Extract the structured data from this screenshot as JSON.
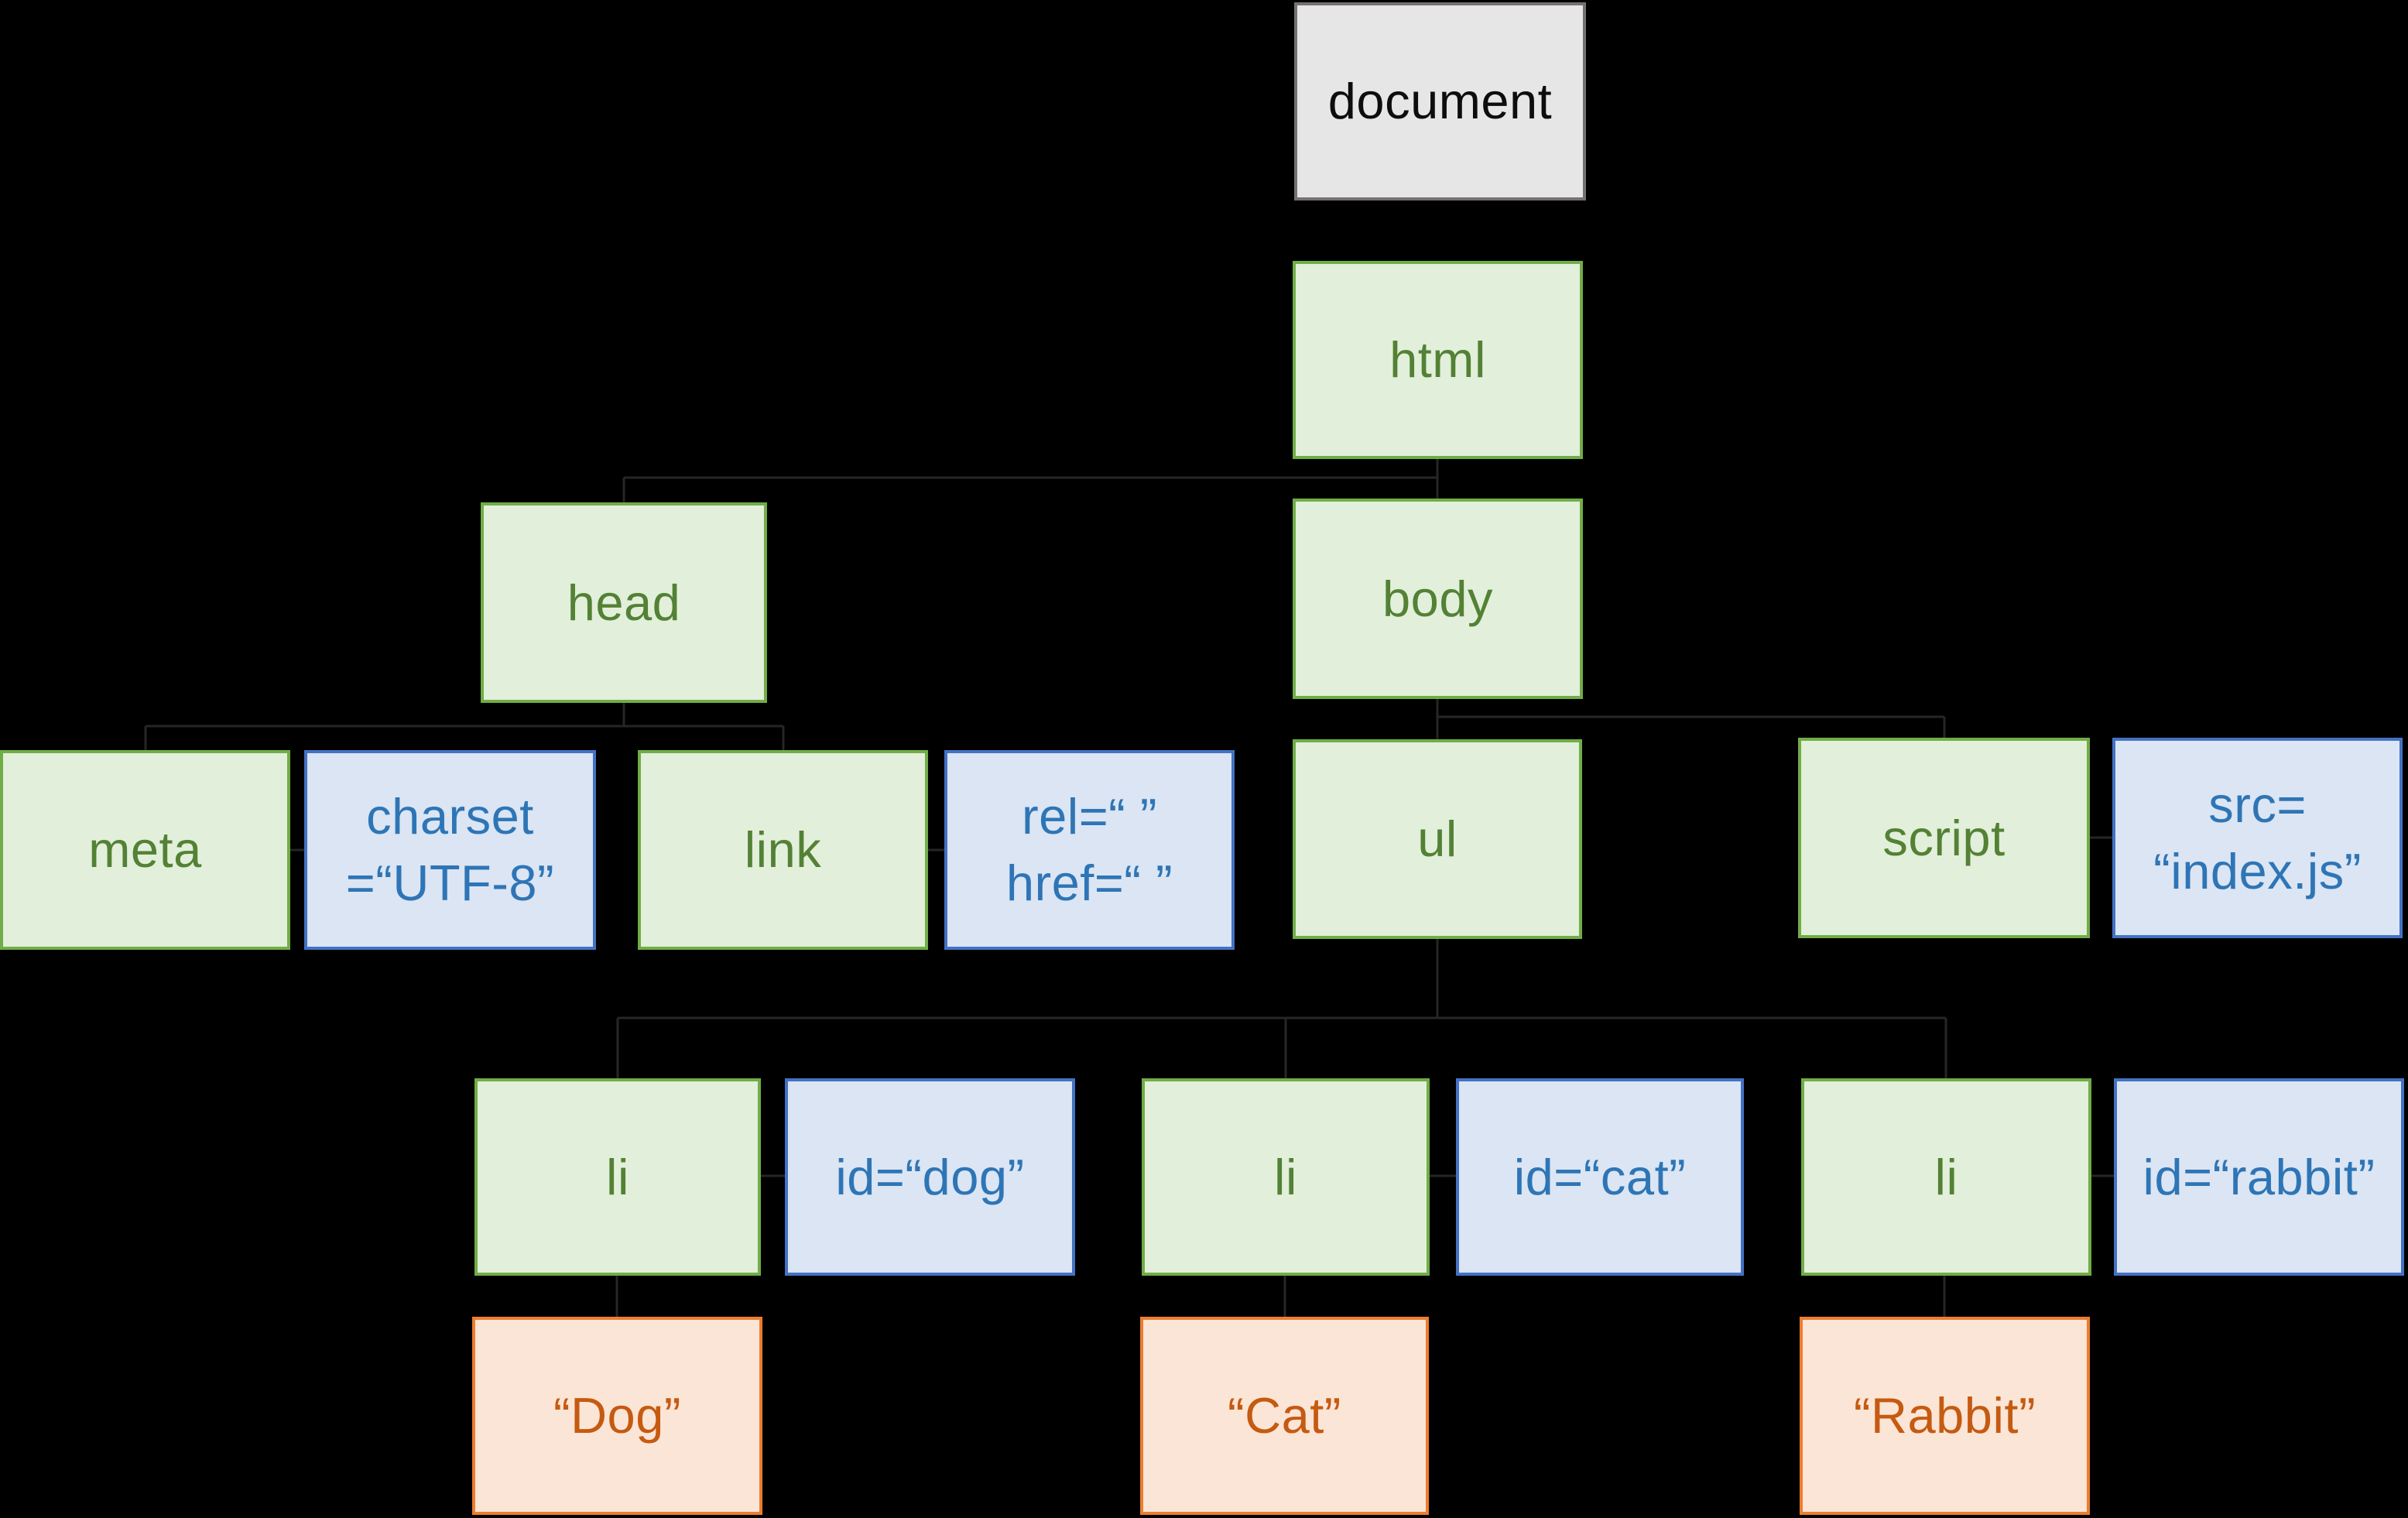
{
  "diagram": {
    "kind": "dom-tree",
    "nodes": {
      "document": {
        "label": "document",
        "type": "root"
      },
      "html": {
        "label": "html",
        "type": "element"
      },
      "head": {
        "label": "head",
        "type": "element"
      },
      "body": {
        "label": "body",
        "type": "element"
      },
      "meta": {
        "label": "meta",
        "type": "element"
      },
      "charset": {
        "label": "charset\n=“UTF-8”",
        "type": "attribute"
      },
      "link": {
        "label": "link",
        "type": "element"
      },
      "relhref": {
        "label": "rel=“ ”\nhref=“ ”",
        "type": "attribute"
      },
      "ul": {
        "label": "ul",
        "type": "element"
      },
      "script": {
        "label": "script",
        "type": "element"
      },
      "src": {
        "label": "src=\n“index.js”",
        "type": "attribute"
      },
      "li1": {
        "label": "li",
        "type": "element"
      },
      "iddog": {
        "label": "id=“dog”",
        "type": "attribute"
      },
      "li2": {
        "label": "li",
        "type": "element"
      },
      "idcat": {
        "label": "id=“cat”",
        "type": "attribute"
      },
      "li3": {
        "label": "li",
        "type": "element"
      },
      "idrabbit": {
        "label": "id=“rabbit”",
        "type": "attribute"
      },
      "dogtext": {
        "label": "“Dog”",
        "type": "text"
      },
      "cattext": {
        "label": "“Cat”",
        "type": "text"
      },
      "rabbittext": {
        "label": "“Rabbit”",
        "type": "text"
      }
    },
    "edges": [
      [
        "html",
        "head"
      ],
      [
        "html",
        "body"
      ],
      [
        "head",
        "meta"
      ],
      [
        "head",
        "link"
      ],
      [
        "body",
        "ul"
      ],
      [
        "body",
        "script"
      ],
      [
        "ul",
        "li1"
      ],
      [
        "ul",
        "li2"
      ],
      [
        "ul",
        "li3"
      ],
      [
        "li1",
        "dogtext"
      ],
      [
        "li2",
        "cattext"
      ],
      [
        "li3",
        "rabbittext"
      ]
    ],
    "attribute_links": [
      [
        "meta",
        "charset"
      ],
      [
        "link",
        "relhref"
      ],
      [
        "script",
        "src"
      ],
      [
        "li1",
        "iddog"
      ],
      [
        "li2",
        "idcat"
      ],
      [
        "li3",
        "idrabbit"
      ]
    ]
  },
  "colors": {
    "background": "#000000",
    "connector": "#262626",
    "root": {
      "fill": "#e7e6e6",
      "border": "#767171",
      "text": "#0d0d0d"
    },
    "element": {
      "fill": "#e2efda",
      "border": "#70ad47",
      "text": "#538135"
    },
    "attribute": {
      "fill": "#dbe5f3",
      "border": "#4472c4",
      "text": "#2e75b6"
    },
    "text": {
      "fill": "#fbe5d6",
      "border": "#ed7d31",
      "text": "#c55a11"
    }
  }
}
